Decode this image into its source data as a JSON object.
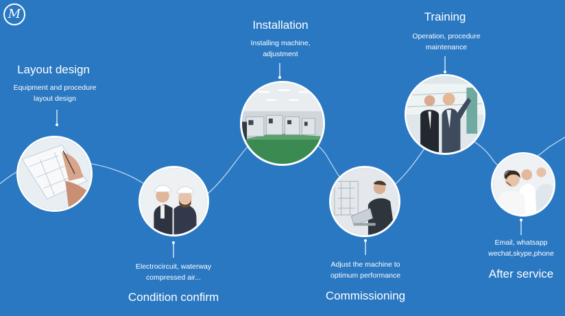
{
  "logo": {
    "text": "M",
    "icon": "brand-logo-icon"
  },
  "steps": [
    {
      "title": "Layout design",
      "desc": [
        "Equipment and procedure",
        "layout design"
      ],
      "photo": "drafting-plan-photo"
    },
    {
      "title": "Condition confirm",
      "desc": [
        "Electrocircuit, waterway",
        "compressed air..."
      ],
      "photo": "engineers-hardhat-photo"
    },
    {
      "title": "Installation",
      "desc": [
        "Installing machine,",
        "adjustment"
      ],
      "photo": "factory-line-photo"
    },
    {
      "title": "Commissioning",
      "desc": [
        "Adjust the machine to",
        "optimum performance"
      ],
      "photo": "technician-laptop-photo"
    },
    {
      "title": "Training",
      "desc": [
        "Operation, procedure",
        "maintenance"
      ],
      "photo": "trainer-presenting-photo"
    },
    {
      "title": "After service",
      "desc": [
        "Email, whatsapp",
        "wechat,skype,phone"
      ],
      "photo": "call-center-photo"
    }
  ],
  "colors": {
    "background": "#2a78c2",
    "line": "#ffffff"
  }
}
